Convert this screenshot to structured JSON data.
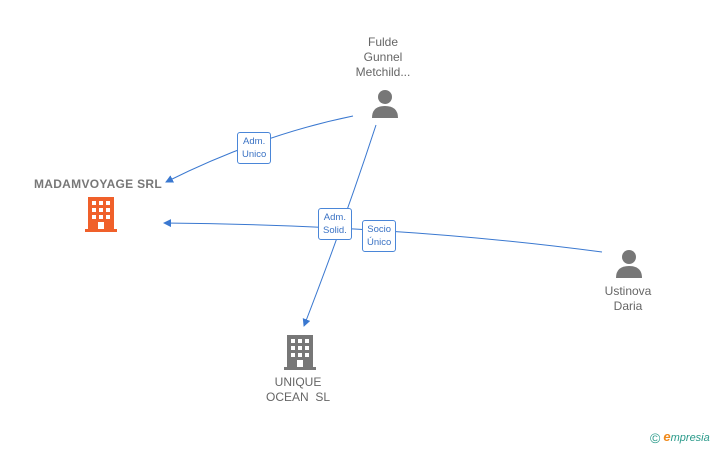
{
  "nodes": {
    "madamvoyage": {
      "label": "MADAMVOYAGE SRL",
      "type": "company",
      "color": "#f0602a"
    },
    "unique_ocean": {
      "label_line1": "UNIQUE",
      "label_line2": "OCEAN  SL",
      "type": "company",
      "color": "#777777"
    },
    "fulde": {
      "label_line1": "Fulde",
      "label_line2": "Gunnel",
      "label_line3": "Metchild...",
      "type": "person",
      "color": "#777777"
    },
    "ustinova": {
      "label_line1": "Ustinova",
      "label_line2": "Daria",
      "type": "person",
      "color": "#777777"
    }
  },
  "edges": [
    {
      "from": "fulde",
      "to": "madamvoyage",
      "label_line1": "Adm.",
      "label_line2": "Unico"
    },
    {
      "from": "fulde",
      "to": "unique_ocean",
      "label_line1": "Adm.",
      "label_line2": "Solid."
    },
    {
      "from": "ustinova",
      "to": "madamvoyage",
      "label_line1": "Socio",
      "label_line2": "Único"
    }
  ],
  "colors": {
    "edge": "#3a78d0"
  },
  "brand": {
    "copyright": "©",
    "name_initial": "e",
    "name_rest": "mpresia"
  }
}
